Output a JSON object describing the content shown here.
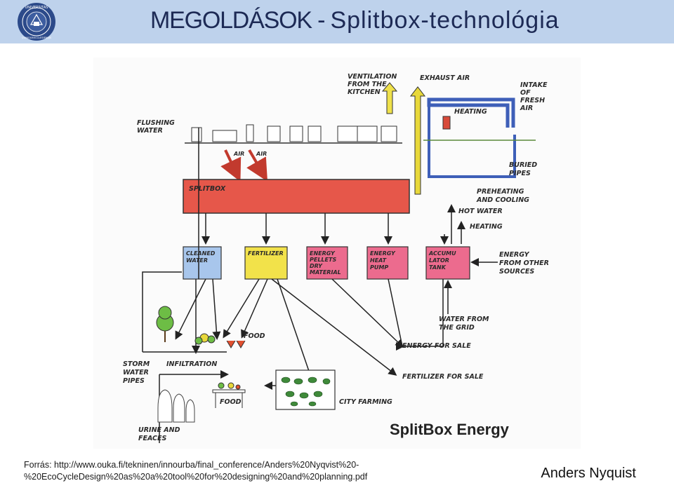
{
  "header": {
    "title_part1": "MEGOLDÁSOK - ",
    "title_part2": "Splitbox-technológia",
    "logo_text_top": "UNIVERSITAS",
    "logo_text_bottom": "QUINQUEECCLESIENSIS"
  },
  "diagram": {
    "labels": {
      "ventilation": [
        "VENTILATION",
        "FROM THE",
        "KITCHEN"
      ],
      "exhaust": "EXHAUST AIR",
      "intake": [
        "INTAKE",
        "OF",
        "FRESH",
        "AIR"
      ],
      "flushing": [
        "FLUSHING",
        "WATER"
      ],
      "heating_top": "HEATING",
      "air1": "AIR",
      "air2": "AIR",
      "buried": [
        "BURIED",
        "PIPES"
      ],
      "splitbox": "SPLITBOX",
      "preheating": [
        "PREHEATING",
        "AND COOLING"
      ],
      "hot_water": "HOT WATER",
      "heating_mid": "HEATING",
      "cleaned": [
        "CLEANED",
        "WATER"
      ],
      "fertilizer": "FERTILIZER",
      "pellets": [
        "ENERGY",
        "PELLETS",
        "DRY",
        "MATERIAL"
      ],
      "heat_pump": [
        "ENERGY",
        "HEAT",
        "PUMP"
      ],
      "accumulator": [
        "ACCUMU",
        "LATOR",
        "TANK"
      ],
      "energy_other": [
        "ENERGY",
        "FROM OTHER",
        "SOURCES"
      ],
      "water_grid": [
        "WATER FROM",
        "THE GRID"
      ],
      "food1": "FOOD",
      "energy_sale": "ENERGY FOR SALE",
      "storm": [
        "STORM",
        "WATER",
        "PIPES"
      ],
      "infiltration": "INFILTRATION",
      "fertilizer_sale": "FERTILIZER FOR SALE",
      "food2": "FOOD",
      "city_farming": "CITY FARMING",
      "urine": [
        "URINE AND",
        "FEACES"
      ]
    },
    "brand": "SplitBox Energy",
    "colors": {
      "splitbox": "#e6574a",
      "cleaned": "#a8c6ec",
      "fertilizer": "#f2e24a",
      "energy": "#ec6b8e",
      "exhaust": "#e8d83a",
      "intake": "#3e5fb8"
    }
  },
  "footer": {
    "source_line1": "Forrás: http://www.ouka.fi/tekninen/innourba/final_conference/Anders%20Nyqvist%20-",
    "source_line2": "%20EcoCycleDesign%20as%20a%20tool%20for%20designing%20and%20planning.pdf",
    "author": "Anders Nyquist"
  }
}
